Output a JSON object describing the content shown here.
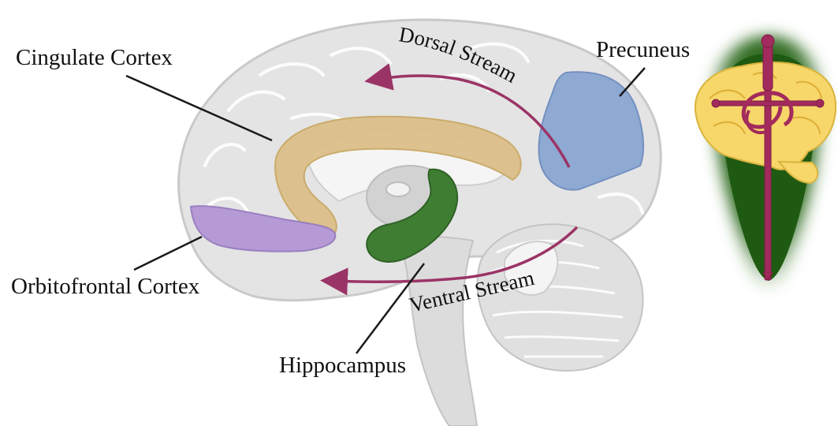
{
  "labels": {
    "cingulate": "Cingulate Cortex",
    "orbitofrontal": "Orbitofrontal Cortex",
    "hippocampus": "Hippocampus",
    "precuneus": "Precuneus",
    "dorsal_stream": "Dorsal Stream",
    "ventral_stream": "Ventral Stream"
  },
  "colors": {
    "brain_fill": "#e4e4e4",
    "brain_outline": "#c9c9c9",
    "cingulate": "#dcc08a",
    "orbitofrontal": "#b59ad6",
    "hippocampus": "#3f7d32",
    "precuneus": "#8aa6d2",
    "stream_arrow": "#9b3466",
    "leader_line": "#1a1a1a",
    "icon_glow": "#2e6b1f",
    "icon_brain": "#f7d66a",
    "icon_sword": "#a22a5c"
  },
  "icon": {
    "name": "brain-with-rapier-icon"
  }
}
